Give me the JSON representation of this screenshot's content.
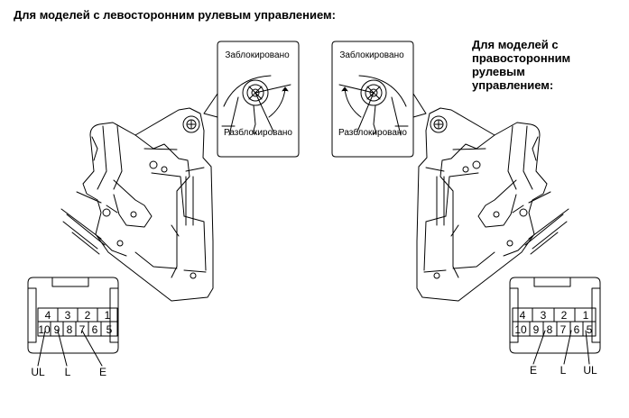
{
  "left_heading": "Для моделей с левосторонним рулевым управлением:",
  "right_heading": [
    "Для моделей с",
    "правосторонним",
    "рулевым",
    "управлением:"
  ],
  "lock_label": "Заблокировано",
  "unlock_label": "Разблокировано",
  "connector_left": {
    "top_row": [
      "4",
      "3",
      "2",
      "1"
    ],
    "bottom_row": [
      "10",
      "9",
      "8",
      "7",
      "6",
      "5"
    ],
    "pin_labels": [
      "UL",
      "L",
      "E"
    ]
  },
  "connector_right": {
    "top_row": [
      "4",
      "3",
      "2",
      "1"
    ],
    "bottom_row": [
      "10",
      "9",
      "8",
      "7",
      "6",
      "5"
    ],
    "pin_labels": [
      "E",
      "L",
      "UL"
    ]
  }
}
